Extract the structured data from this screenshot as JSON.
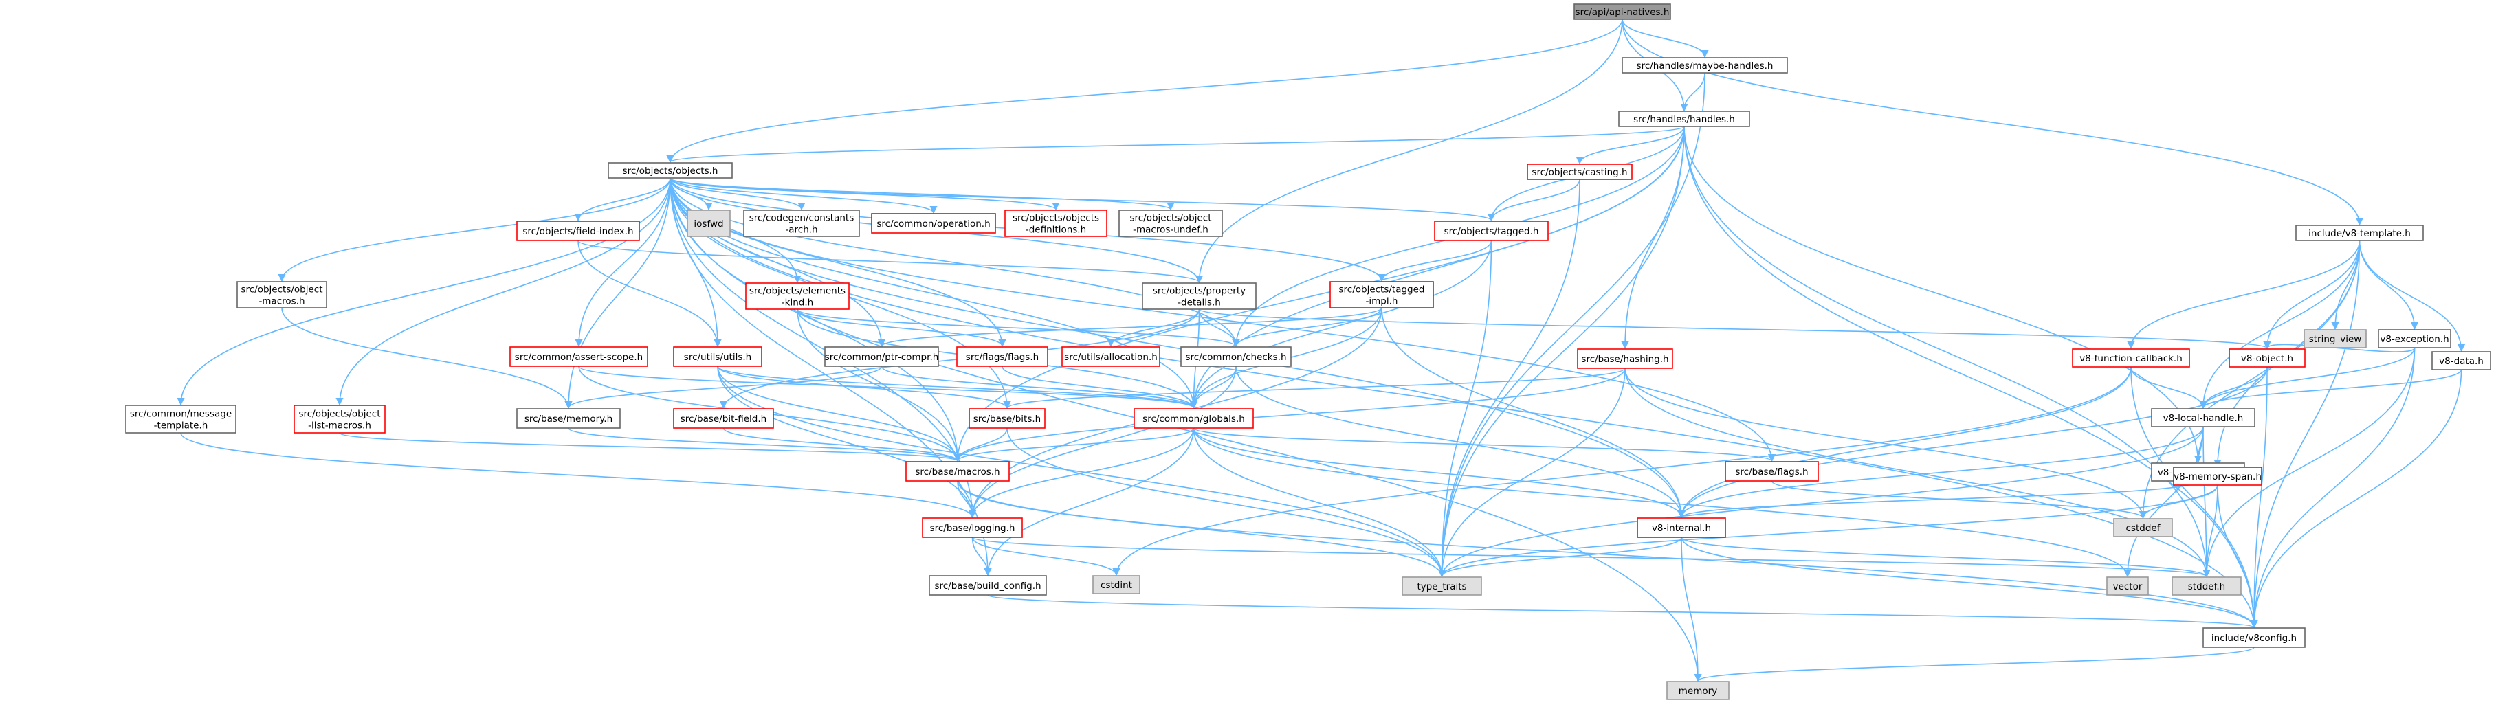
{
  "diagram": {
    "title": "",
    "nodes": [
      {
        "id": "api_natives",
        "label": [
          "src/api/api-natives.h"
        ],
        "kind": "root"
      },
      {
        "id": "maybe_handles",
        "label": [
          "src/handles/maybe-handles.h"
        ],
        "kind": "normal"
      },
      {
        "id": "handles",
        "label": [
          "src/handles/handles.h"
        ],
        "kind": "normal"
      },
      {
        "id": "objects",
        "label": [
          "src/objects/objects.h"
        ],
        "kind": "normal"
      },
      {
        "id": "casting",
        "label": [
          "src/objects/casting.h"
        ],
        "kind": "red"
      },
      {
        "id": "v8_template",
        "label": [
          "include/v8-template.h"
        ],
        "kind": "normal"
      },
      {
        "id": "iosfwd",
        "label": [
          "iosfwd"
        ],
        "kind": "sys"
      },
      {
        "id": "constants_arch",
        "label": [
          "src/codegen/constants",
          "-arch.h"
        ],
        "kind": "normal"
      },
      {
        "id": "operation",
        "label": [
          "src/common/operation.h"
        ],
        "kind": "red"
      },
      {
        "id": "objects_definitions",
        "label": [
          "src/objects/objects",
          "-definitions.h"
        ],
        "kind": "red"
      },
      {
        "id": "object_macros_undef",
        "label": [
          "src/objects/object",
          "-macros-undef.h"
        ],
        "kind": "normal"
      },
      {
        "id": "field_index",
        "label": [
          "src/objects/field-index.h"
        ],
        "kind": "red"
      },
      {
        "id": "tagged",
        "label": [
          "src/objects/tagged.h"
        ],
        "kind": "red"
      },
      {
        "id": "object_macros",
        "label": [
          "src/objects/object",
          "-macros.h"
        ],
        "kind": "normal"
      },
      {
        "id": "elements_kind",
        "label": [
          "src/objects/elements",
          "-kind.h"
        ],
        "kind": "red"
      },
      {
        "id": "property_details",
        "label": [
          "src/objects/property",
          "-details.h"
        ],
        "kind": "normal"
      },
      {
        "id": "tagged_impl",
        "label": [
          "src/objects/tagged",
          "-impl.h"
        ],
        "kind": "red"
      },
      {
        "id": "string_view",
        "label": [
          "string_view"
        ],
        "kind": "sys"
      },
      {
        "id": "v8_exception",
        "label": [
          "v8-exception.h"
        ],
        "kind": "normal"
      },
      {
        "id": "assert_scope",
        "label": [
          "src/common/assert-scope.h"
        ],
        "kind": "red"
      },
      {
        "id": "utils",
        "label": [
          "src/utils/utils.h"
        ],
        "kind": "red"
      },
      {
        "id": "ptr_compr",
        "label": [
          "src/common/ptr-compr.h"
        ],
        "kind": "normal"
      },
      {
        "id": "flags",
        "label": [
          "src/flags/flags.h"
        ],
        "kind": "red"
      },
      {
        "id": "allocation",
        "label": [
          "src/utils/allocation.h"
        ],
        "kind": "red"
      },
      {
        "id": "checks",
        "label": [
          "src/common/checks.h"
        ],
        "kind": "normal"
      },
      {
        "id": "hashing",
        "label": [
          "src/base/hashing.h"
        ],
        "kind": "red"
      },
      {
        "id": "v8_function_callback",
        "label": [
          "v8-function-callback.h"
        ],
        "kind": "red"
      },
      {
        "id": "v8_object",
        "label": [
          "v8-object.h"
        ],
        "kind": "red"
      },
      {
        "id": "v8_data",
        "label": [
          "v8-data.h"
        ],
        "kind": "normal"
      },
      {
        "id": "message_template",
        "label": [
          "src/common/message",
          "-template.h"
        ],
        "kind": "normal"
      },
      {
        "id": "object_list_macros",
        "label": [
          "src/objects/object",
          "-list-macros.h"
        ],
        "kind": "red"
      },
      {
        "id": "memory_h",
        "label": [
          "src/base/memory.h"
        ],
        "kind": "normal"
      },
      {
        "id": "bit_field",
        "label": [
          "src/base/bit-field.h"
        ],
        "kind": "red"
      },
      {
        "id": "bits",
        "label": [
          "src/base/bits.h"
        ],
        "kind": "red"
      },
      {
        "id": "globals",
        "label": [
          "src/common/globals.h"
        ],
        "kind": "red"
      },
      {
        "id": "v8_local_handle",
        "label": [
          "v8-local-handle.h"
        ],
        "kind": "normal"
      },
      {
        "id": "macros",
        "label": [
          "src/base/macros.h"
        ],
        "kind": "red"
      },
      {
        "id": "base_flags",
        "label": [
          "src/base/flags.h"
        ],
        "kind": "red"
      },
      {
        "id": "v8_handle_base",
        "label": [
          "v8-handle-base.h"
        ],
        "kind": "normal"
      },
      {
        "id": "v8_memory_span",
        "label": [
          "v8-memory-span.h"
        ],
        "kind": "red"
      },
      {
        "id": "cstddef",
        "label": [
          "cstddef"
        ],
        "kind": "sys"
      },
      {
        "id": "logging",
        "label": [
          "src/base/logging.h"
        ],
        "kind": "red"
      },
      {
        "id": "v8_internal",
        "label": [
          "v8-internal.h"
        ],
        "kind": "red"
      },
      {
        "id": "cstdint",
        "label": [
          "cstdint"
        ],
        "kind": "sys"
      },
      {
        "id": "build_config",
        "label": [
          "src/base/build_config.h"
        ],
        "kind": "normal"
      },
      {
        "id": "type_traits",
        "label": [
          "type_traits"
        ],
        "kind": "sys"
      },
      {
        "id": "vector",
        "label": [
          "vector"
        ],
        "kind": "sys"
      },
      {
        "id": "stddef",
        "label": [
          "stddef.h"
        ],
        "kind": "sys"
      },
      {
        "id": "v8config",
        "label": [
          "include/v8config.h"
        ],
        "kind": "normal"
      },
      {
        "id": "memory",
        "label": [
          "memory"
        ],
        "kind": "sys"
      }
    ],
    "edges": [
      [
        "api_natives",
        "maybe_handles"
      ],
      [
        "api_natives",
        "handles"
      ],
      [
        "api_natives",
        "objects"
      ],
      [
        "api_natives",
        "property_details"
      ],
      [
        "api_natives",
        "v8_template"
      ],
      [
        "maybe_handles",
        "handles"
      ],
      [
        "maybe_handles",
        "type_traits"
      ],
      [
        "handles",
        "objects"
      ],
      [
        "handles",
        "casting"
      ],
      [
        "handles",
        "tagged"
      ],
      [
        "handles",
        "hashing"
      ],
      [
        "handles",
        "checks"
      ],
      [
        "handles",
        "globals"
      ],
      [
        "handles",
        "v8_handle_base"
      ],
      [
        "handles",
        "type_traits"
      ],
      [
        "handles",
        "stddef"
      ],
      [
        "handles",
        "v8config"
      ],
      [
        "handles",
        "macros"
      ],
      [
        "casting",
        "tagged"
      ],
      [
        "casting",
        "type_traits"
      ],
      [
        "objects",
        "iosfwd"
      ],
      [
        "objects",
        "constants_arch"
      ],
      [
        "objects",
        "operation"
      ],
      [
        "objects",
        "objects_definitions"
      ],
      [
        "objects",
        "object_macros_undef"
      ],
      [
        "objects",
        "field_index"
      ],
      [
        "objects",
        "tagged"
      ],
      [
        "objects",
        "object_macros"
      ],
      [
        "objects",
        "elements_kind"
      ],
      [
        "objects",
        "property_details"
      ],
      [
        "objects",
        "tagged_impl"
      ],
      [
        "objects",
        "assert_scope"
      ],
      [
        "objects",
        "utils"
      ],
      [
        "objects",
        "ptr_compr"
      ],
      [
        "objects",
        "flags"
      ],
      [
        "objects",
        "checks"
      ],
      [
        "objects",
        "message_template"
      ],
      [
        "objects",
        "object_list_macros"
      ],
      [
        "objects",
        "memory_h"
      ],
      [
        "objects",
        "bits"
      ],
      [
        "objects",
        "globals"
      ],
      [
        "objects",
        "macros"
      ],
      [
        "objects",
        "base_flags"
      ],
      [
        "objects",
        "logging"
      ],
      [
        "objects",
        "v8_internal"
      ],
      [
        "objects",
        "build_config"
      ],
      [
        "objects",
        "memory"
      ],
      [
        "objects",
        "v8config"
      ],
      [
        "field_index",
        "property_details"
      ],
      [
        "field_index",
        "utils"
      ],
      [
        "tagged",
        "tagged_impl"
      ],
      [
        "tagged",
        "globals"
      ],
      [
        "tagged",
        "type_traits"
      ],
      [
        "object_macros",
        "memory_h"
      ],
      [
        "elements_kind",
        "flags"
      ],
      [
        "elements_kind",
        "checks"
      ],
      [
        "elements_kind",
        "globals"
      ],
      [
        "elements_kind",
        "macros"
      ],
      [
        "property_details",
        "allocation"
      ],
      [
        "property_details",
        "checks"
      ],
      [
        "property_details",
        "globals"
      ],
      [
        "property_details",
        "bit_field"
      ],
      [
        "property_details",
        "v8_object"
      ],
      [
        "tagged_impl",
        "checks"
      ],
      [
        "tagged_impl",
        "globals"
      ],
      [
        "tagged_impl",
        "ptr_compr"
      ],
      [
        "tagged_impl",
        "v8_internal"
      ],
      [
        "tagged_impl",
        "logging"
      ],
      [
        "assert_scope",
        "globals"
      ],
      [
        "assert_scope",
        "macros"
      ],
      [
        "utils",
        "bits"
      ],
      [
        "utils",
        "macros"
      ],
      [
        "utils",
        "logging"
      ],
      [
        "utils",
        "globals"
      ],
      [
        "utils",
        "type_traits"
      ],
      [
        "ptr_compr",
        "globals"
      ],
      [
        "ptr_compr",
        "memory_h"
      ],
      [
        "flags",
        "globals"
      ],
      [
        "checks",
        "globals"
      ],
      [
        "checks",
        "logging"
      ],
      [
        "checks",
        "v8_internal"
      ],
      [
        "hashing",
        "bits"
      ],
      [
        "hashing",
        "macros"
      ],
      [
        "hashing",
        "type_traits"
      ],
      [
        "hashing",
        "stddef"
      ],
      [
        "hashing",
        "cstddef"
      ],
      [
        "v8_template",
        "string_view"
      ],
      [
        "v8_template",
        "v8_exception"
      ],
      [
        "v8_template",
        "v8_function_callback"
      ],
      [
        "v8_template",
        "v8_object"
      ],
      [
        "v8_template",
        "v8_data"
      ],
      [
        "v8_template",
        "v8_local_handle"
      ],
      [
        "v8_template",
        "v8_memory_span"
      ],
      [
        "v8_template",
        "cstddef"
      ],
      [
        "v8_template",
        "v8config"
      ],
      [
        "v8_exception",
        "v8_object"
      ],
      [
        "v8_exception",
        "v8_local_handle"
      ],
      [
        "v8_exception",
        "stddef"
      ],
      [
        "v8_exception",
        "v8config"
      ],
      [
        "v8_function_callback",
        "v8_local_handle"
      ],
      [
        "v8_function_callback",
        "v8_internal"
      ],
      [
        "v8_function_callback",
        "cstdint"
      ],
      [
        "v8_function_callback",
        "v8config"
      ],
      [
        "v8_object",
        "v8_local_handle"
      ],
      [
        "v8_object",
        "v8_internal"
      ],
      [
        "v8_object",
        "v8config"
      ],
      [
        "v8_data",
        "v8_local_handle"
      ],
      [
        "v8_data",
        "v8config"
      ],
      [
        "message_template",
        "logging"
      ],
      [
        "object_list_macros",
        "macros"
      ],
      [
        "memory_h",
        "macros"
      ],
      [
        "bit_field",
        "macros"
      ],
      [
        "bits",
        "macros"
      ],
      [
        "bits",
        "type_traits"
      ],
      [
        "globals",
        "macros"
      ],
      [
        "globals",
        "base_flags"
      ],
      [
        "globals",
        "logging"
      ],
      [
        "globals",
        "build_config"
      ],
      [
        "globals",
        "v8_internal"
      ],
      [
        "globals",
        "type_traits"
      ],
      [
        "globals",
        "vector"
      ],
      [
        "v8_local_handle",
        "v8_handle_base"
      ],
      [
        "v8_local_handle",
        "v8_internal"
      ],
      [
        "v8_local_handle",
        "type_traits"
      ],
      [
        "v8_local_handle",
        "vector"
      ],
      [
        "v8_local_handle",
        "stddef"
      ],
      [
        "macros",
        "logging"
      ],
      [
        "macros",
        "type_traits"
      ],
      [
        "macros",
        "v8config"
      ],
      [
        "base_flags",
        "cstddef"
      ],
      [
        "v8_handle_base",
        "v8_internal"
      ],
      [
        "v8_memory_span",
        "cstddef"
      ],
      [
        "v8_memory_span",
        "stddef"
      ],
      [
        "v8_memory_span",
        "type_traits"
      ],
      [
        "v8_memory_span",
        "v8config"
      ],
      [
        "logging",
        "cstdint"
      ],
      [
        "logging",
        "build_config"
      ],
      [
        "logging",
        "stddef"
      ],
      [
        "v8_internal",
        "type_traits"
      ],
      [
        "v8_internal",
        "memory"
      ],
      [
        "v8_internal",
        "v8config"
      ],
      [
        "v8_internal",
        "stddef"
      ],
      [
        "build_config",
        "v8config"
      ],
      [
        "v8config",
        "memory"
      ]
    ]
  }
}
